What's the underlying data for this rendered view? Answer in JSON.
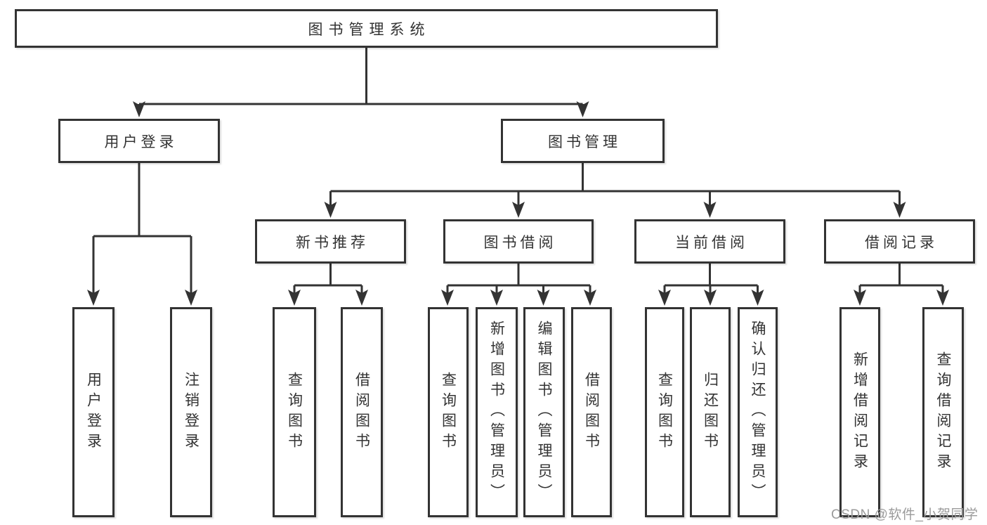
{
  "colors": {
    "line": "#333333",
    "text": "#333333",
    "box_background": "#ffffff",
    "watermark": "#9b9b9b",
    "page_background": "#ffffff"
  },
  "watermark": "CSDN @软件_小贺同学",
  "tree": {
    "label": "图书管理系统",
    "children": [
      {
        "label": "用户登录",
        "children": [
          {
            "label": "用户登录"
          },
          {
            "label": "注销登录"
          }
        ]
      },
      {
        "label": "图书管理",
        "children": [
          {
            "label": "新书推荐",
            "children": [
              {
                "label": "查询图书"
              },
              {
                "label": "借阅图书"
              }
            ]
          },
          {
            "label": "图书借阅",
            "children": [
              {
                "label": "查询图书"
              },
              {
                "label": "新增图书（管理员）"
              },
              {
                "label": "编辑图书（管理员）"
              },
              {
                "label": "借阅图书"
              }
            ]
          },
          {
            "label": "当前借阅",
            "children": [
              {
                "label": "查询图书"
              },
              {
                "label": "归还图书"
              },
              {
                "label": "确认归还（管理员）"
              }
            ]
          },
          {
            "label": "借阅记录",
            "children": [
              {
                "label": "新增借阅记录"
              },
              {
                "label": "查询借阅记录"
              }
            ]
          }
        ]
      }
    ]
  }
}
